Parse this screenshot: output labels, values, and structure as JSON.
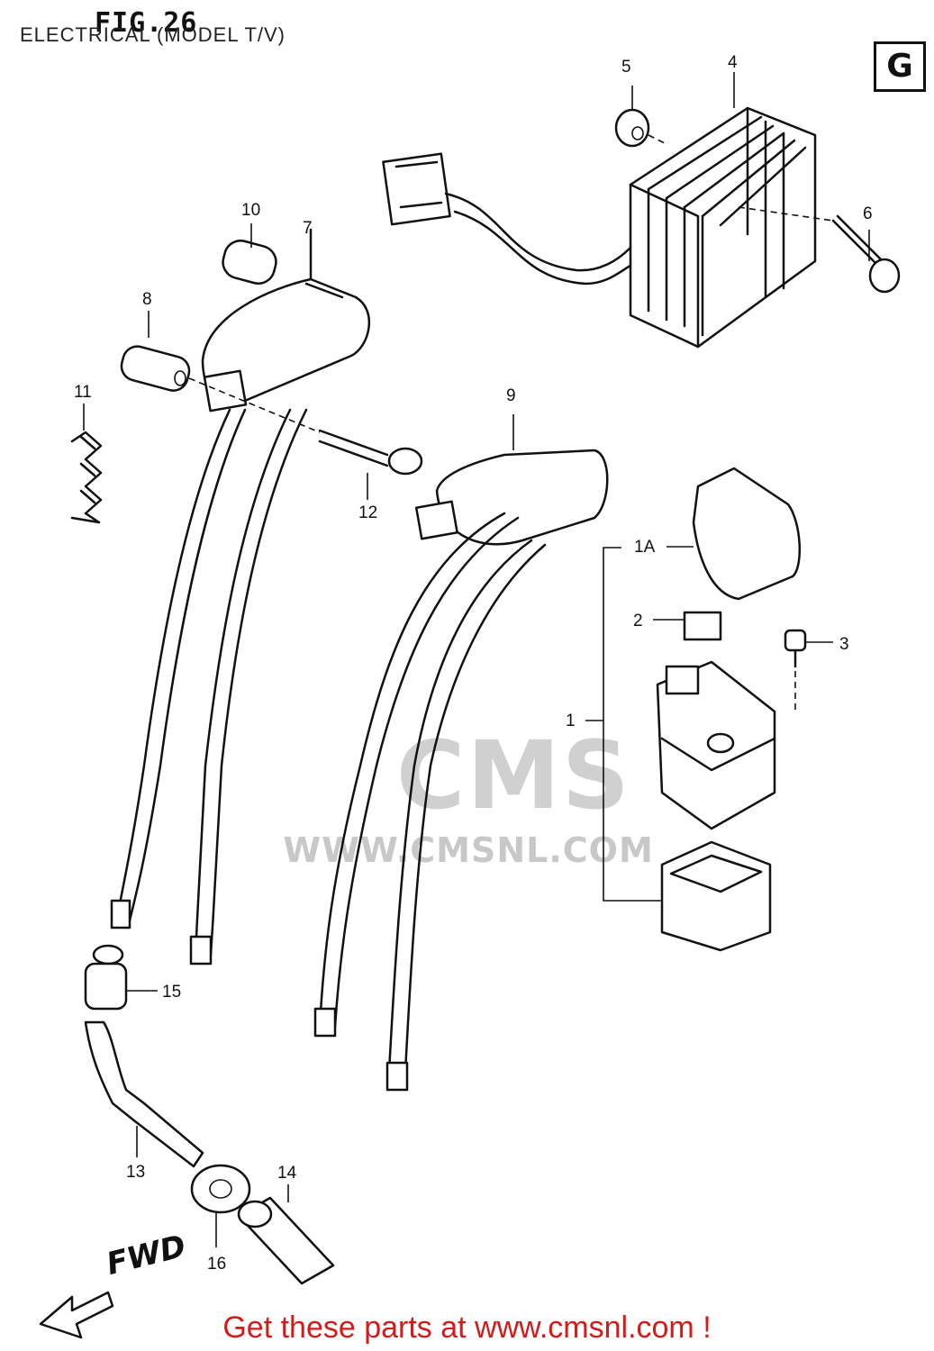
{
  "figure": {
    "title": "FIG.26",
    "subtitle": "ELECTRICAL (MODEL T/V)",
    "section_letter": "G"
  },
  "callouts": [
    "1",
    "1A",
    "2",
    "3",
    "4",
    "5",
    "6",
    "7",
    "8",
    "9",
    "10",
    "11",
    "12",
    "13",
    "14",
    "15",
    "16"
  ],
  "direction_label": "FWD",
  "watermark": {
    "logo_text": "CMS",
    "url_text": "WWW.CMSNL.COM"
  },
  "footer": {
    "text": "Get these parts at www.cmsnl.com !",
    "color": "#d61a1a"
  },
  "colors": {
    "line_art": "#111111",
    "watermark": "#c8c8c8"
  }
}
